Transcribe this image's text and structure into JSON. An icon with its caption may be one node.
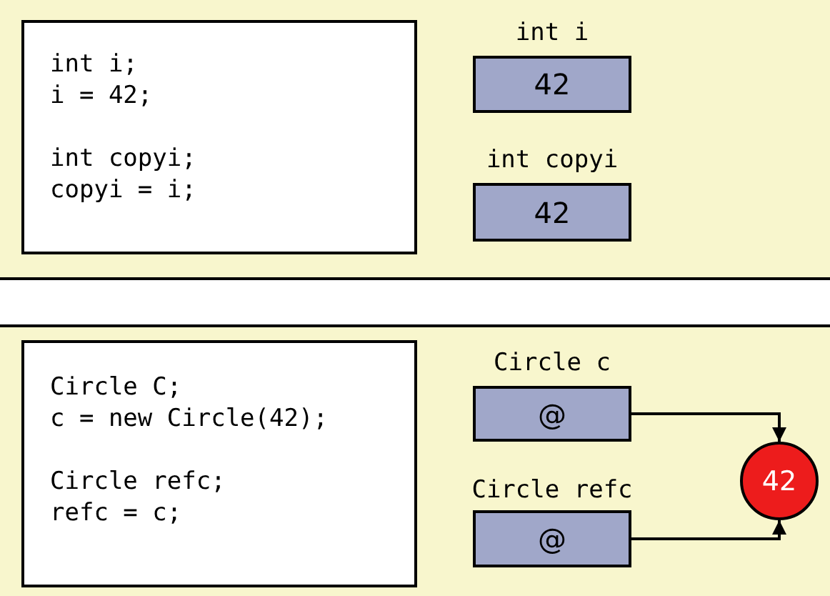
{
  "diagram": {
    "nodes": [
      {
        "text": [
          "int i;",
          "i = 42;",
          "int copyi;",
          "copyi = i;"
        ]
      },
      {
        "text": [
          "int i",
          "42"
        ]
      },
      {
        "text": [
          "int copyi",
          "42"
        ]
      },
      {
        "text": [
          "Circle C;",
          "c = new Circle(42);",
          "Circle refc;",
          "refc = c;"
        ]
      },
      {
        "text": [
          "Circle c",
          "@"
        ]
      },
      {
        "text": [
          "Circle refc",
          "@"
        ]
      },
      {
        "text": [
          "42"
        ]
      }
    ],
    "edges": [
      {
        "from": 4,
        "to": 6,
        "arrow": "to"
      },
      {
        "from": 5,
        "to": 6,
        "arrow": "to"
      }
    ]
  }
}
